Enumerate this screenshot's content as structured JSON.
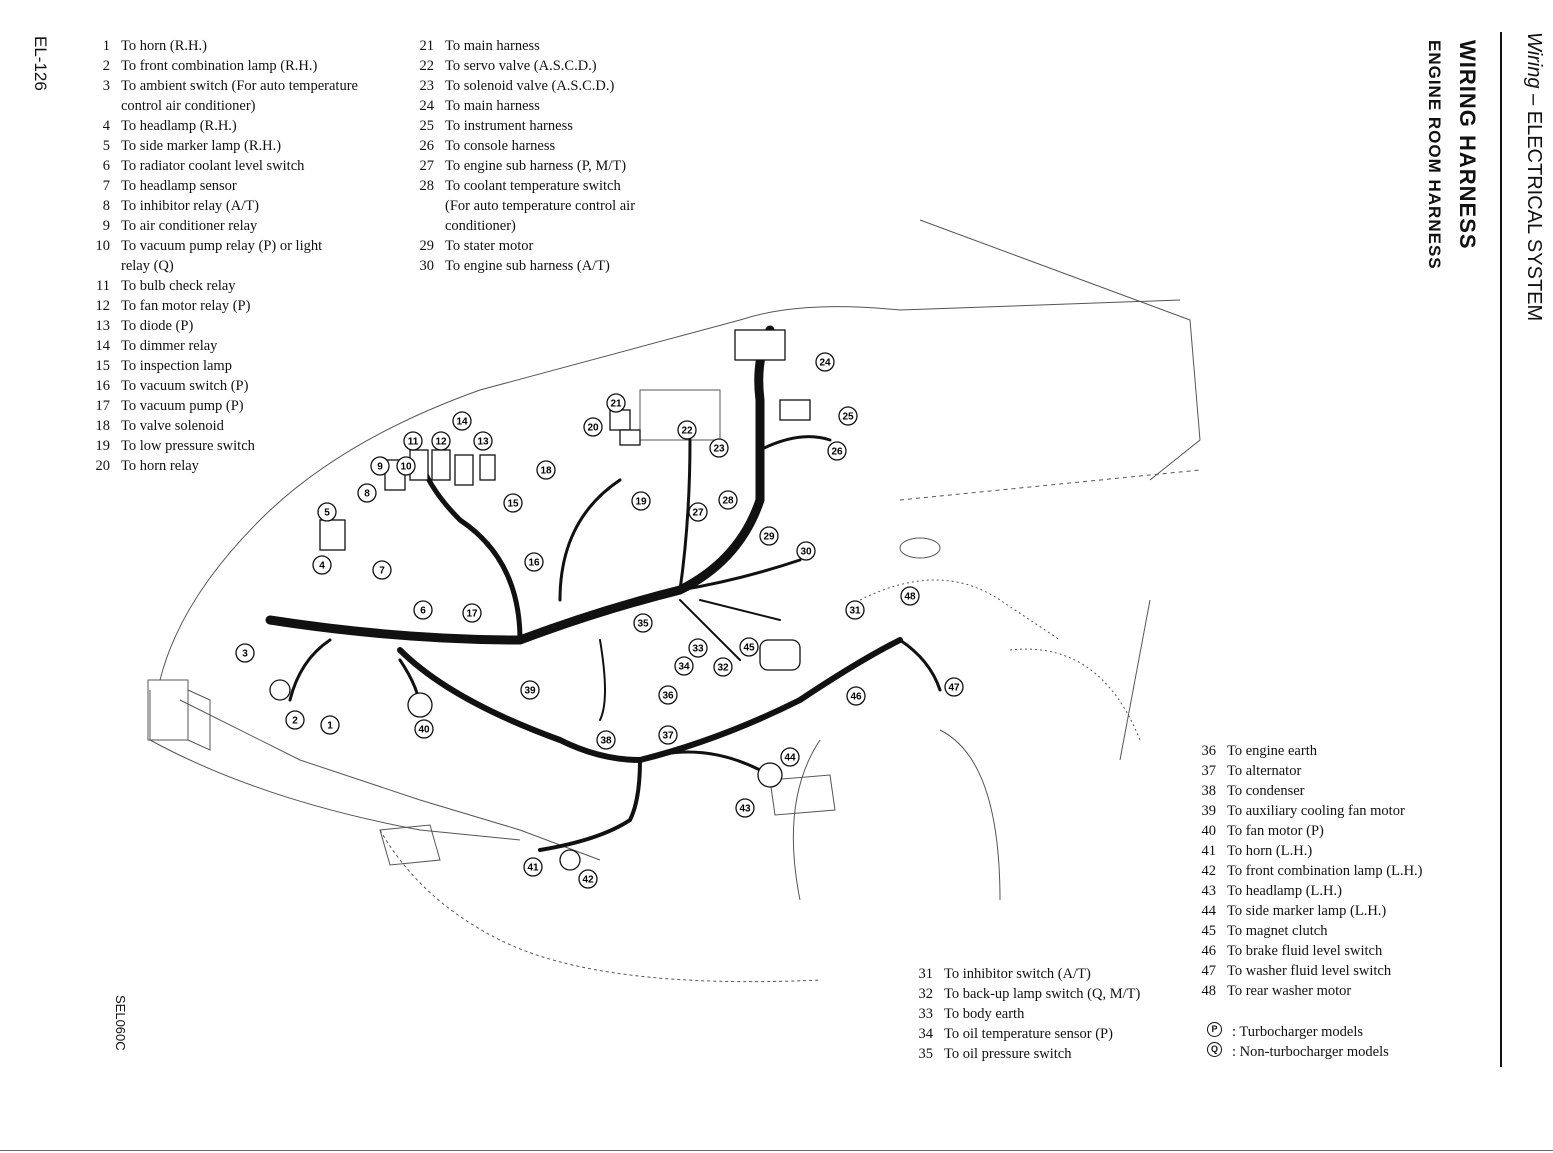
{
  "page": {
    "page_number": "EL-126",
    "figure_code": "SEL060C",
    "section": "Wiring – ELECTRICAL SYSTEM",
    "section_italic": "Wiring",
    "section_rest": "– ELECTRICAL SYSTEM",
    "title": "WIRING HARNESS",
    "subtitle": "ENGINE ROOM HARNESS"
  },
  "legend_col1": [
    {
      "n": "1",
      "t": "To horn (R.H.)"
    },
    {
      "n": "2",
      "t": "To front combination lamp (R.H.)"
    },
    {
      "n": "3",
      "t": "To ambient switch (For auto temperature",
      "cont": "control air conditioner)"
    },
    {
      "n": "4",
      "t": "To headlamp (R.H.)"
    },
    {
      "n": "5",
      "t": "To side marker lamp (R.H.)"
    },
    {
      "n": "6",
      "t": "To radiator coolant level switch"
    },
    {
      "n": "7",
      "t": "To headlamp sensor"
    },
    {
      "n": "8",
      "t": "To inhibitor relay (A/T)"
    },
    {
      "n": "9",
      "t": "To air conditioner relay"
    },
    {
      "n": "10",
      "t": "To vacuum pump relay (P) or light",
      "cont": "relay (Q)"
    },
    {
      "n": "11",
      "t": "To bulb check relay"
    },
    {
      "n": "12",
      "t": "To fan motor relay (P)"
    },
    {
      "n": "13",
      "t": "To diode (P)"
    },
    {
      "n": "14",
      "t": "To dimmer relay"
    },
    {
      "n": "15",
      "t": "To inspection lamp"
    },
    {
      "n": "16",
      "t": "To vacuum switch (P)"
    },
    {
      "n": "17",
      "t": "To vacuum pump (P)"
    },
    {
      "n": "18",
      "t": "To valve solenoid"
    },
    {
      "n": "19",
      "t": "To low pressure switch"
    },
    {
      "n": "20",
      "t": "To horn relay"
    }
  ],
  "legend_col2": [
    {
      "n": "21",
      "t": "To main harness"
    },
    {
      "n": "22",
      "t": "To servo valve (A.S.C.D.)"
    },
    {
      "n": "23",
      "t": "To solenoid valve (A.S.C.D.)"
    },
    {
      "n": "24",
      "t": "To main harness"
    },
    {
      "n": "25",
      "t": "To instrument harness"
    },
    {
      "n": "26",
      "t": "To console harness"
    },
    {
      "n": "27",
      "t": "To engine sub harness (P, M/T)"
    },
    {
      "n": "28",
      "t": "To coolant temperature switch",
      "cont": "(For auto temperature control air"
    },
    {
      "n": "",
      "t": "",
      "cont": "conditioner)"
    },
    {
      "n": "29",
      "t": "To stater motor"
    },
    {
      "n": "30",
      "t": "To engine sub harness (A/T)"
    }
  ],
  "legend_col3": [
    {
      "n": "31",
      "t": "To inhibitor switch (A/T)"
    },
    {
      "n": "32",
      "t": "To back-up lamp switch (Q, M/T)"
    },
    {
      "n": "33",
      "t": "To body earth"
    },
    {
      "n": "34",
      "t": "To oil temperature sensor (P)"
    },
    {
      "n": "35",
      "t": "To oil pressure switch"
    }
  ],
  "legend_col4": [
    {
      "n": "36",
      "t": "To engine earth"
    },
    {
      "n": "37",
      "t": "To alternator"
    },
    {
      "n": "38",
      "t": "To condenser"
    },
    {
      "n": "39",
      "t": "To auxiliary cooling fan motor"
    },
    {
      "n": "40",
      "t": "To fan motor (P)"
    },
    {
      "n": "41",
      "t": "To horn (L.H.)"
    },
    {
      "n": "42",
      "t": "To front combination lamp (L.H.)"
    },
    {
      "n": "43",
      "t": "To headlamp (L.H.)"
    },
    {
      "n": "44",
      "t": "To side marker lamp (L.H.)"
    },
    {
      "n": "45",
      "t": "To magnet clutch"
    },
    {
      "n": "46",
      "t": "To brake fluid level switch"
    },
    {
      "n": "47",
      "t": "To washer fluid level switch"
    },
    {
      "n": "48",
      "t": "To rear washer motor"
    }
  ],
  "key": [
    {
      "sym": "P",
      "t": ": Turbocharger models"
    },
    {
      "sym": "Q",
      "t": ": Non-turbocharger models"
    }
  ],
  "callouts": [
    "1",
    "2",
    "3",
    "4",
    "5",
    "6",
    "7",
    "8",
    "9",
    "10",
    "11",
    "12",
    "13",
    "14",
    "15",
    "16",
    "17",
    "18",
    "19",
    "20",
    "21",
    "22",
    "23",
    "24",
    "25",
    "26",
    "27",
    "28",
    "29",
    "30",
    "31",
    "32",
    "33",
    "34",
    "35",
    "36",
    "37",
    "38",
    "39",
    "40",
    "41",
    "42",
    "43",
    "44",
    "45",
    "46",
    "47",
    "48"
  ]
}
